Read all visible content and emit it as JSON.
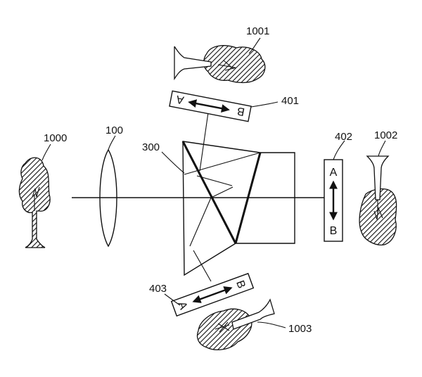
{
  "labels": {
    "tree_left": "1000",
    "lens": "100",
    "prism": "300",
    "tree_top": "1001",
    "mask_top": "401",
    "mask_right": "402",
    "tree_right": "1002",
    "mask_bottom": "403",
    "tree_bottom": "1003"
  },
  "masks": {
    "top": {
      "start": "B",
      "end": "A"
    },
    "right": {
      "start": "A",
      "end": "B"
    },
    "bottom": {
      "start": "A",
      "end": "B"
    }
  },
  "colors": {
    "ink": "#111111",
    "background": "#ffffff"
  }
}
